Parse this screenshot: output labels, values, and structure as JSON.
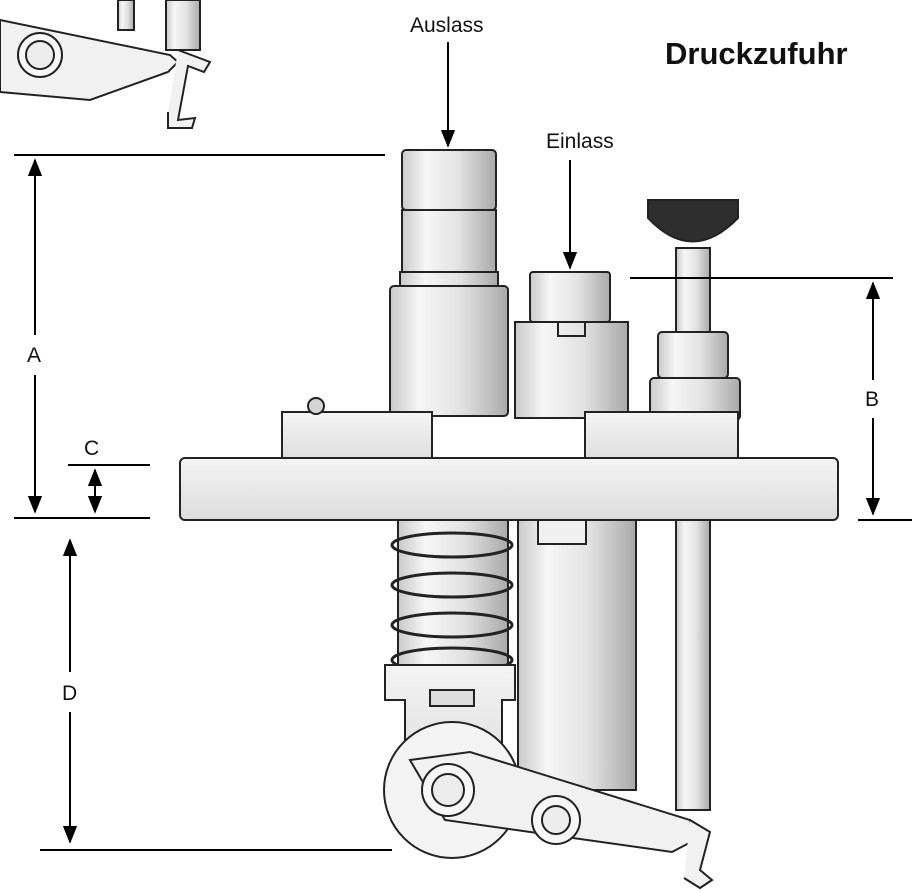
{
  "title": "Druckzufuhr",
  "ports": {
    "outlet": "Auslass",
    "inlet": "Einlass"
  },
  "dimensions": {
    "a": "A",
    "b": "B",
    "c": "C",
    "d": "D"
  }
}
